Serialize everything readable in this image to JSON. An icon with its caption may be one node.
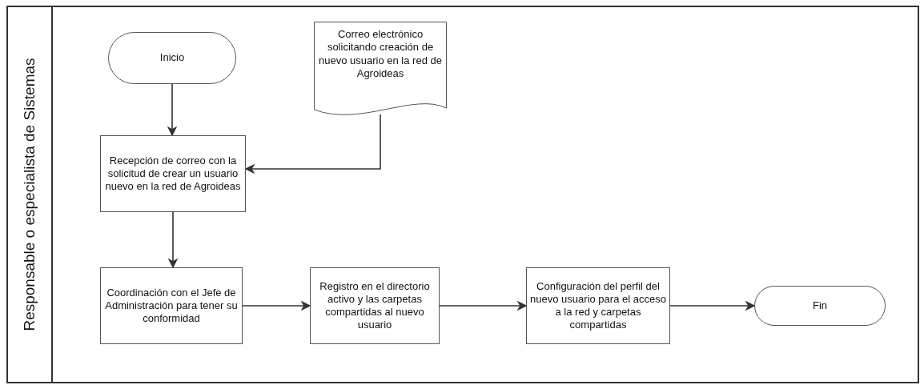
{
  "diagram": {
    "nodes": [
      {
        "text": [
          "Responsable o especialista de Sistemas"
        ]
      },
      {
        "text": [
          "Inicio"
        ],
        "in": 0
      },
      {
        "text": [
          "Correo electrónico solicitando creación de nuevo usuario en la red de Agroideas"
        ],
        "in": 0
      },
      {
        "text": [
          "Recepción de correo con la solicitud de crear un usuario nuevo en la red de Agroideas"
        ],
        "in": 0
      },
      {
        "text": [
          "Coordinación con el Jefe de Administración para tener su conformidad"
        ],
        "in": 0
      },
      {
        "text": [
          "Registro en el directorio activo y las carpetas compartidas al nuevo usuario"
        ],
        "in": 0
      },
      {
        "text": [
          "Configuración del perfil del nuevo usuario para el acceso a la red y carpetas compartidas"
        ],
        "in": 0
      },
      {
        "text": [
          "Fin"
        ],
        "in": 0
      }
    ],
    "edges": [
      {
        "from": 1,
        "to": 3,
        "arrow": "to"
      },
      {
        "from": 2,
        "to": 3,
        "arrow": "to"
      },
      {
        "from": 3,
        "to": 4,
        "arrow": "to"
      },
      {
        "from": 4,
        "to": 5,
        "arrow": "to"
      },
      {
        "from": 5,
        "to": 6,
        "arrow": "to"
      },
      {
        "from": 6,
        "to": 7,
        "arrow": "to"
      }
    ]
  }
}
